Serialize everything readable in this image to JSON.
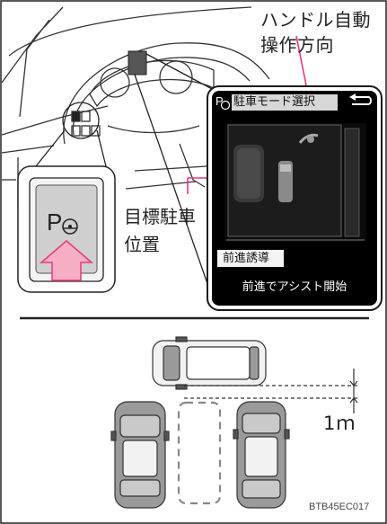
{
  "callouts": {
    "steering_direction_line1": "ハンドル自動",
    "steering_direction_line2": "操作方向",
    "target_position_line1": "目標駐車",
    "target_position_line2": "位置"
  },
  "screen": {
    "title": "駐車モード選択",
    "mode_tag": "前進誘導",
    "message": "前進でアシスト開始"
  },
  "button": {
    "label": "P"
  },
  "diagram": {
    "distance_label": "1ｍ"
  },
  "figure_code": "BTB45EC017",
  "colors": {
    "pink_arrow": "#e8377f",
    "button_arrow_fill": "#f7aec4",
    "screen_bg": "#000000"
  }
}
